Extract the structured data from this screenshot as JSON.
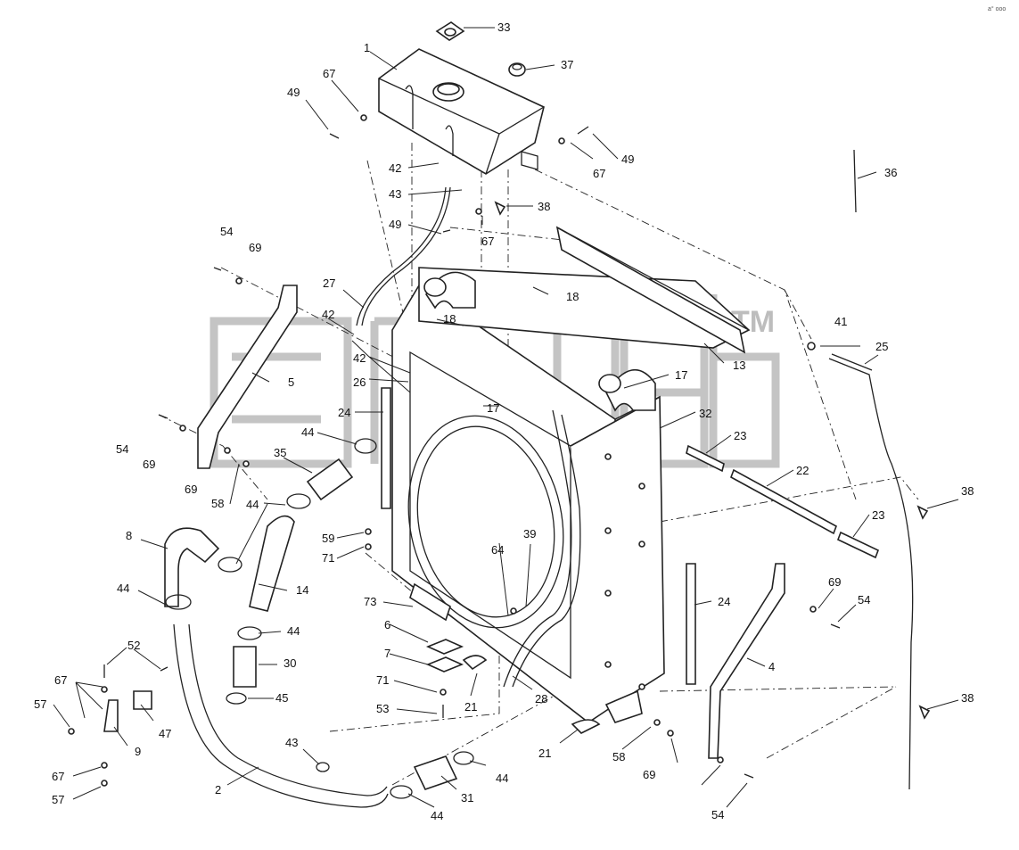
{
  "watermark": {
    "trademark": "TM"
  },
  "corner_mark": "a° ooo",
  "callouts": [
    {
      "id": "c1",
      "label": "1"
    },
    {
      "id": "c2",
      "label": "2"
    },
    {
      "id": "c4",
      "label": "4"
    },
    {
      "id": "c5",
      "label": "5"
    },
    {
      "id": "c6",
      "label": "6"
    },
    {
      "id": "c7",
      "label": "7"
    },
    {
      "id": "c8",
      "label": "8"
    },
    {
      "id": "c9",
      "label": "9"
    },
    {
      "id": "c13",
      "label": "13"
    },
    {
      "id": "c14",
      "label": "14"
    },
    {
      "id": "c17a",
      "label": "17"
    },
    {
      "id": "c17b",
      "label": "17"
    },
    {
      "id": "c18a",
      "label": "18"
    },
    {
      "id": "c18b",
      "label": "18"
    },
    {
      "id": "c21a",
      "label": "21"
    },
    {
      "id": "c21b",
      "label": "21"
    },
    {
      "id": "c22",
      "label": "22"
    },
    {
      "id": "c23a",
      "label": "23"
    },
    {
      "id": "c23b",
      "label": "23"
    },
    {
      "id": "c24a",
      "label": "24"
    },
    {
      "id": "c24b",
      "label": "24"
    },
    {
      "id": "c25",
      "label": "25"
    },
    {
      "id": "c26",
      "label": "26"
    },
    {
      "id": "c27",
      "label": "27"
    },
    {
      "id": "c28",
      "label": "28"
    },
    {
      "id": "c30",
      "label": "30"
    },
    {
      "id": "c31",
      "label": "31"
    },
    {
      "id": "c32",
      "label": "32"
    },
    {
      "id": "c33",
      "label": "33"
    },
    {
      "id": "c35",
      "label": "35"
    },
    {
      "id": "c36",
      "label": "36"
    },
    {
      "id": "c37",
      "label": "37"
    },
    {
      "id": "c38a",
      "label": "38"
    },
    {
      "id": "c38b",
      "label": "38"
    },
    {
      "id": "c38c",
      "label": "38"
    },
    {
      "id": "c39",
      "label": "39"
    },
    {
      "id": "c41",
      "label": "41"
    },
    {
      "id": "c42a",
      "label": "42"
    },
    {
      "id": "c42b",
      "label": "42"
    },
    {
      "id": "c42c",
      "label": "42"
    },
    {
      "id": "c43a",
      "label": "43"
    },
    {
      "id": "c43b",
      "label": "43"
    },
    {
      "id": "c44a",
      "label": "44"
    },
    {
      "id": "c44b",
      "label": "44"
    },
    {
      "id": "c44c",
      "label": "44"
    },
    {
      "id": "c44d",
      "label": "44"
    },
    {
      "id": "c44e",
      "label": "44"
    },
    {
      "id": "c44f",
      "label": "44"
    },
    {
      "id": "c45",
      "label": "45"
    },
    {
      "id": "c47",
      "label": "47"
    },
    {
      "id": "c49a",
      "label": "49"
    },
    {
      "id": "c49b",
      "label": "49"
    },
    {
      "id": "c49c",
      "label": "49"
    },
    {
      "id": "c52",
      "label": "52"
    },
    {
      "id": "c53",
      "label": "53"
    },
    {
      "id": "c54a",
      "label": "54"
    },
    {
      "id": "c54b",
      "label": "54"
    },
    {
      "id": "c54c",
      "label": "54"
    },
    {
      "id": "c54d",
      "label": "54"
    },
    {
      "id": "c57a",
      "label": "57"
    },
    {
      "id": "c57b",
      "label": "57"
    },
    {
      "id": "c58a",
      "label": "58"
    },
    {
      "id": "c58b",
      "label": "58"
    },
    {
      "id": "c59",
      "label": "59"
    },
    {
      "id": "c64",
      "label": "64"
    },
    {
      "id": "c67a",
      "label": "67"
    },
    {
      "id": "c67b",
      "label": "67"
    },
    {
      "id": "c67c",
      "label": "67"
    },
    {
      "id": "c67d",
      "label": "67"
    },
    {
      "id": "c67e",
      "label": "67"
    },
    {
      "id": "c69a",
      "label": "69"
    },
    {
      "id": "c69b",
      "label": "69"
    },
    {
      "id": "c69c",
      "label": "69"
    },
    {
      "id": "c69d",
      "label": "69"
    },
    {
      "id": "c69e",
      "label": "69"
    },
    {
      "id": "c71a",
      "label": "71"
    },
    {
      "id": "c71b",
      "label": "71"
    },
    {
      "id": "c73",
      "label": "73"
    }
  ]
}
